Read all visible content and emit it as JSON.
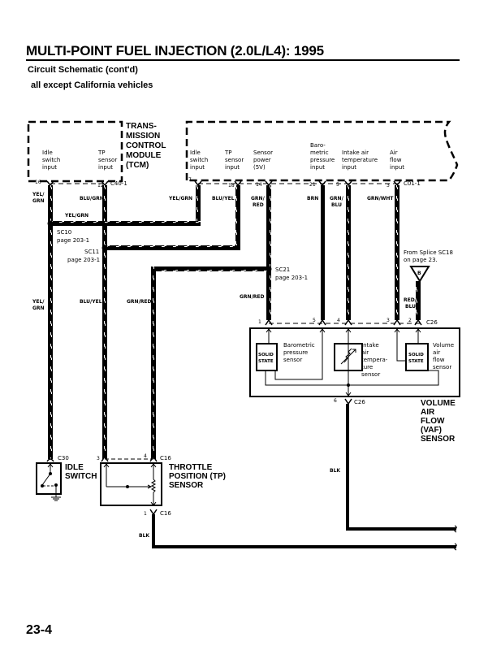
{
  "header": {
    "title": "MULTI-POINT FUEL INJECTION (2.0L/L4): 1995",
    "subtitle": "Circuit Schematic (cont'd)",
    "scope": "all except California vehicles"
  },
  "footer": {
    "page_number": "23-4"
  },
  "tcm": {
    "name_lines": [
      "TRANS-",
      "MISSION",
      "CONTROL",
      "MODULE",
      "(TCM)"
    ],
    "connector": "C40-1",
    "inputs": [
      {
        "lines": [
          "Idle",
          "switch",
          "input"
        ],
        "pin": "16",
        "wire": [
          "YEL/",
          "GRN"
        ]
      },
      {
        "lines": [
          "TP",
          "sensor",
          "input"
        ],
        "pin": "12",
        "wire": [
          "BLU/GRN"
        ]
      }
    ]
  },
  "ecm": {
    "connector": "C01-1",
    "inputs": [
      {
        "lines": [
          "Idle",
          "switch",
          "input"
        ],
        "pin": "7",
        "wire": [
          "YEL/GRN"
        ]
      },
      {
        "lines": [
          "TP",
          "sensor",
          "input"
        ],
        "pin": "18",
        "wire": [
          "BLU/YEL"
        ]
      },
      {
        "lines": [
          "Sensor",
          "power",
          "(5V)"
        ],
        "pin": "14",
        "wire": [
          "GRN/",
          "RED"
        ]
      },
      {
        "lines": [
          "Baro-",
          "metric",
          "pressure",
          "input"
        ],
        "pin": "21",
        "wire": [
          "BRN"
        ]
      },
      {
        "lines": [
          "Intake air",
          "temperature",
          "input"
        ],
        "pin": "5",
        "wire": [
          "GRN/",
          "BLU"
        ]
      },
      {
        "lines": [
          "Air",
          "flow",
          "input"
        ],
        "pin": "3",
        "wire": [
          "GRN/WHT"
        ]
      }
    ]
  },
  "wires": {
    "sc10_branch": "YEL/GRN",
    "idle_lower": [
      "YEL/",
      "GRN"
    ],
    "tp_lower": "BLU/YEL",
    "power_lower": "GRN/RED",
    "power_vaf": "GRN/RED",
    "vaf_supply": [
      "RED/",
      "BLU"
    ],
    "ground": "BLK",
    "vaf_ground": "BLK"
  },
  "splices": [
    {
      "name": "SC10",
      "ref": "page 203-1"
    },
    {
      "name": "SC11",
      "ref": "page 203-1"
    },
    {
      "name": "SC21",
      "ref": "page 203-1"
    }
  ],
  "offpage": {
    "note_lines": [
      "From Splice SC18",
      "on page 23."
    ],
    "marker": "B"
  },
  "vaf_sensor": {
    "connector": "C26",
    "pins": [
      "1",
      "5",
      "4",
      "3",
      "2",
      "6"
    ],
    "name_lines": [
      "VOLUME",
      "AIR",
      "FLOW",
      "(VAF)",
      "SENSOR"
    ],
    "solid_state": [
      "SOLID",
      "STATE"
    ],
    "baro_lines": [
      "Barometric",
      "pressure",
      "sensor"
    ],
    "iat_lines": [
      "Intake",
      "air",
      "tempera-",
      "ture",
      "sensor"
    ],
    "vaf_lines": [
      "Volume",
      "air",
      "flow",
      "sensor"
    ]
  },
  "idle_switch": {
    "connector": "C30",
    "name_lines": [
      "IDLE",
      "SWITCH"
    ]
  },
  "tp_sensor": {
    "connector": "C16",
    "pins": [
      "3",
      "4",
      "1"
    ],
    "name_lines": [
      "THROTTLE",
      "POSITION (TP)",
      "SENSOR"
    ]
  }
}
